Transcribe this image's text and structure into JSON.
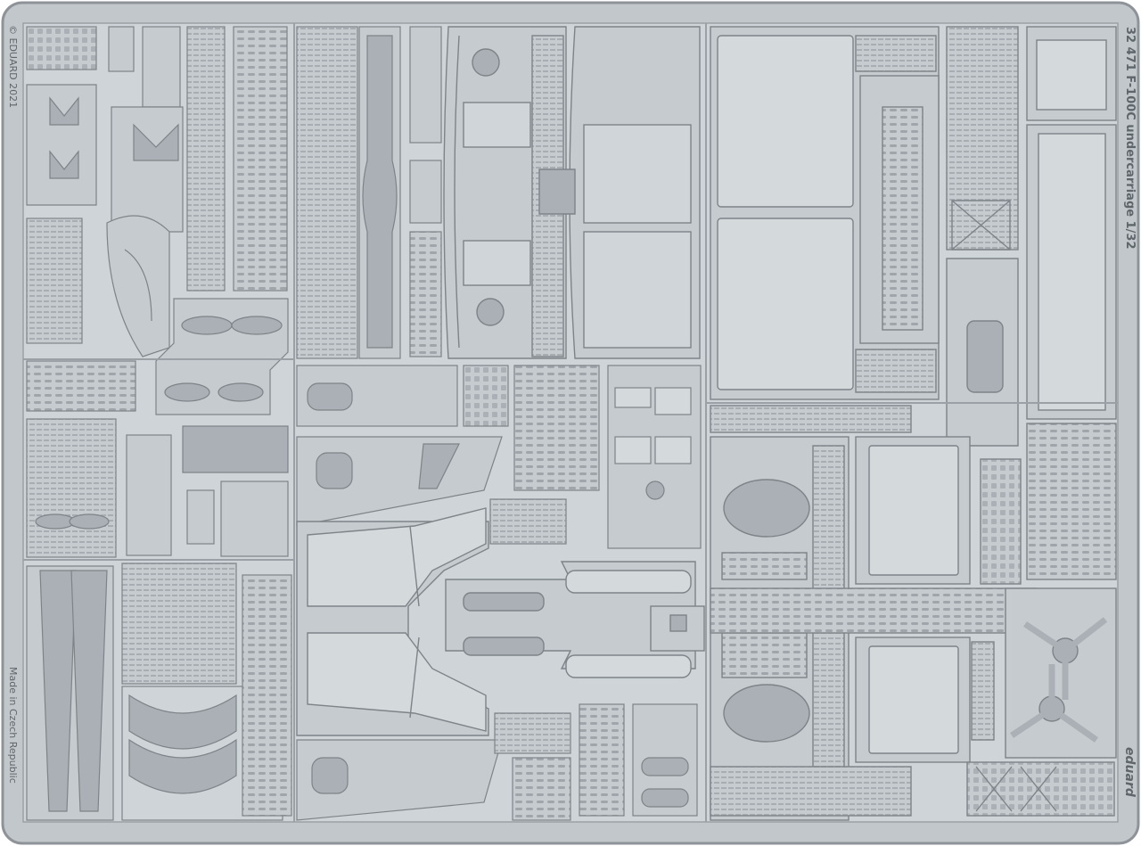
{
  "sheet": {
    "part_number": "32 471",
    "title": "F-100C undercarriage",
    "scale": "1/32",
    "copyright": "© EDUARD 2021",
    "origin": "Made in Czech Republic",
    "brand": "eduard"
  },
  "colors": {
    "metal": "#c6cbcf",
    "metal_dark": "#9ea4a9",
    "outline": "#7d8388",
    "frame": "#b6bbbf",
    "background": "#ffffff"
  }
}
